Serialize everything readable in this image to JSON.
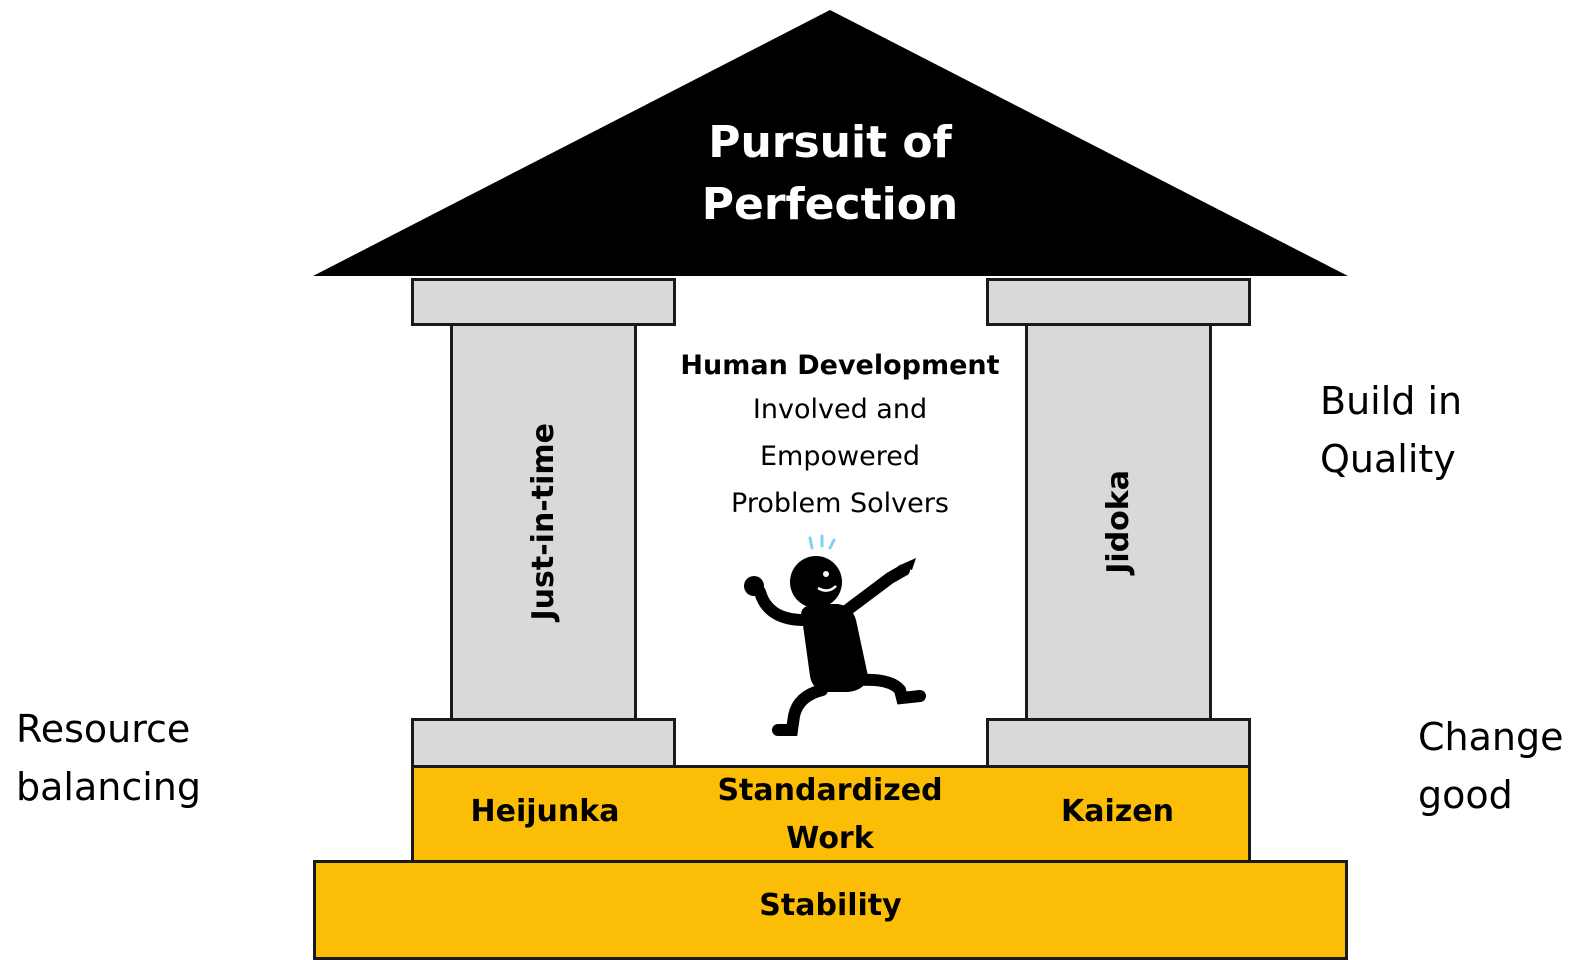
{
  "roof": {
    "title_line1": "Pursuit of",
    "title_line2": "Perfection"
  },
  "pillars": {
    "left": {
      "label": "Just-in-time"
    },
    "right": {
      "label": "Jidoka"
    }
  },
  "center": {
    "title": "Human Development",
    "lines": [
      "Involved and",
      "Empowered",
      "Problem Solvers"
    ]
  },
  "foundation": {
    "left": "Heijunka",
    "middle_line1": "Standardized",
    "middle_line2": "Work",
    "right": "Kaizen"
  },
  "base": {
    "label": "Stability"
  },
  "side_notes": {
    "right_top_line1": "Build in",
    "right_top_line2": "Quality",
    "left_bottom_line1": "Resource",
    "left_bottom_line2": "balancing",
    "right_bottom_line1": "Change",
    "right_bottom_line2": "good"
  },
  "colors": {
    "roof": "#000000",
    "pillar": "#d9d9d9",
    "foundation": "#fbbd05"
  }
}
